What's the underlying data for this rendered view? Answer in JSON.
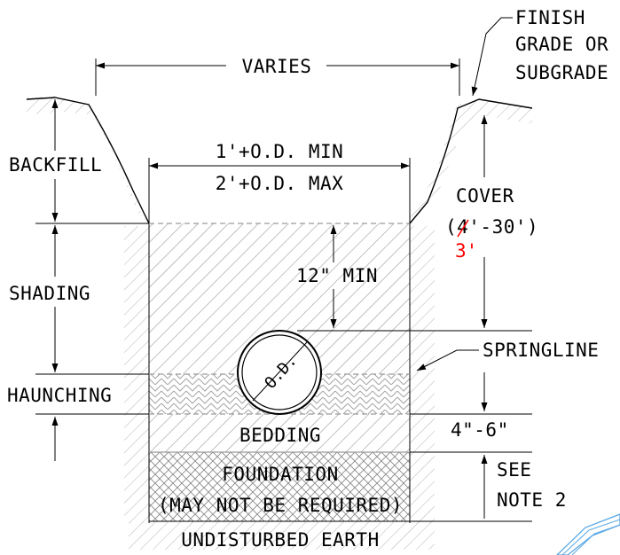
{
  "diagram": {
    "labels": {
      "finish_grade_1": "FINISH",
      "finish_grade_2": "GRADE OR",
      "finish_grade_3": "SUBGRADE",
      "varies": "VARIES",
      "width_min": "1'+O.D. MIN",
      "width_max": "2'+O.D. MAX",
      "backfill": "BACKFILL",
      "cover": "COVER",
      "cover_range": "(4'-30')",
      "cover_revision": "3'",
      "shading": "SHADING",
      "twelve_min": "12\" MIN",
      "springline": "SPRINGLINE",
      "haunching": "HAUNCHING",
      "od": "O.D.",
      "bedding": "BEDDING",
      "bedding_depth": "4\"-6\"",
      "foundation": "FOUNDATION",
      "may_not_be_required": "(MAY NOT BE REQUIRED)",
      "see": "SEE",
      "note_2": "NOTE 2",
      "undisturbed_earth": "UNDISTURBED EARTH"
    },
    "colors": {
      "line": "#000000",
      "hatch": "#9a9a9a",
      "revision": "#ff0000",
      "marker": "#5aa9e6"
    }
  }
}
